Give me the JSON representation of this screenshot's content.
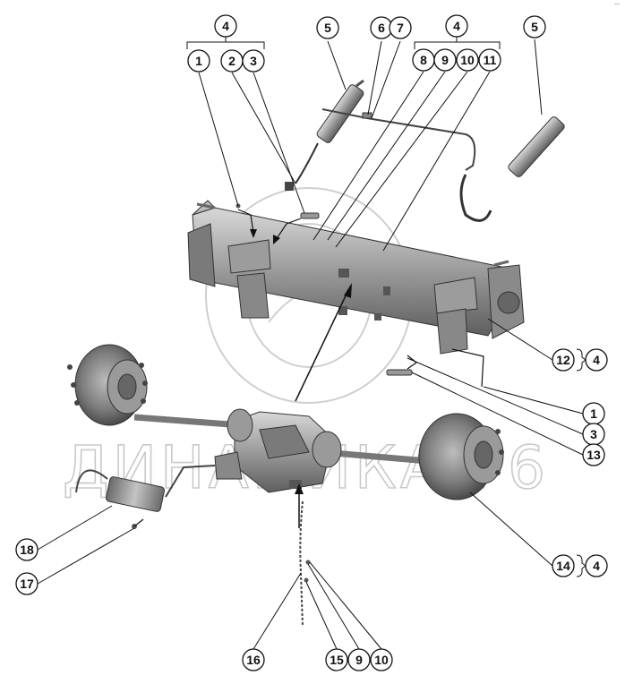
{
  "diagram": {
    "watermark": "ДИНАМИКА 76",
    "corner_mark": "—",
    "callouts": {
      "top_group_left": "4",
      "top_5_left": "5",
      "top_6": "6",
      "top_7": "7",
      "top_group_right": "4",
      "top_5_right": "5",
      "c1_top": "1",
      "c2_top": "2",
      "c3_top": "3",
      "c8": "8",
      "c9_top": "9",
      "c10_top": "10",
      "c11": "11",
      "c12": "12",
      "c12_group": "4",
      "c1_right": "1",
      "c3_right": "3",
      "c13": "13",
      "c14": "14",
      "c14_group": "4",
      "c18": "18",
      "c17": "17",
      "c16": "16",
      "c15": "15",
      "c9_bottom": "9",
      "c10_bottom": "10"
    }
  }
}
